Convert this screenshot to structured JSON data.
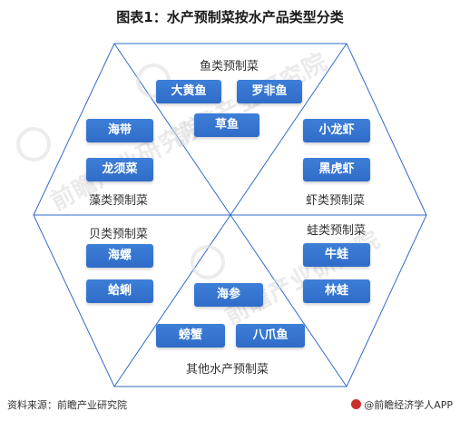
{
  "title": "图表1：水产预制菜按水产品类型分类",
  "watermark": "前瞻产业研究院",
  "categories": {
    "fish": {
      "label": "鱼类预制菜",
      "items": [
        "大黄鱼",
        "罗非鱼",
        "草鱼"
      ]
    },
    "shrimp": {
      "label": "虾类预制菜",
      "items": [
        "小龙虾",
        "黑虎虾"
      ]
    },
    "frog": {
      "label": "蛙类预制菜",
      "items": [
        "牛蛙",
        "林蛙"
      ]
    },
    "other": {
      "label": "其他水产预制菜",
      "items": [
        "海参",
        "螃蟹",
        "八爪鱼"
      ]
    },
    "shellfish": {
      "label": "贝类预制菜",
      "items": [
        "海螺",
        "蛤蜊"
      ]
    },
    "algae": {
      "label": "藻类预制菜",
      "items": [
        "海带",
        "龙须菜"
      ]
    }
  },
  "footer": {
    "source": "资料来源：前瞻产业研究院",
    "brand": "@前瞻经济学人APP"
  },
  "colors": {
    "pill": "#2f6cc8",
    "line": "#2f6cc8",
    "text": "#333333"
  }
}
